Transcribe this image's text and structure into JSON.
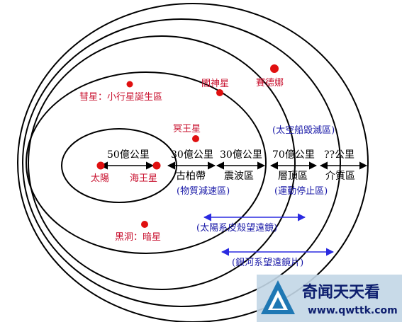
{
  "colors": {
    "ring": "#000000",
    "planet_dot": "#e01010",
    "planet_label": "#c8102e",
    "region_label": "#000000",
    "telescope_label": "#1a1aa8",
    "telescope_arrow": "#2a2ae0",
    "watermark_bg": "#c2d6e6",
    "watermark_logo": "#1f78b4",
    "watermark_text": "#0d1e6e"
  },
  "bodies": {
    "sun": "太陽",
    "neptune": "海王星",
    "comet": "彗星：小行星誕生區",
    "pluto": "冥王星",
    "hades": "閻神星",
    "sedna": "賽德娜",
    "black_hole": "黑洞：暗星"
  },
  "distances": {
    "inner": "50億公里",
    "kuiper": "30億公里",
    "shock": "30億公里",
    "heliopause": "70億公里",
    "interstellar": "??公里"
  },
  "regions": {
    "kuiper": "古柏帶",
    "shock": "震波區",
    "heliopause": "層頂區",
    "interstellar": "介質區"
  },
  "blue_labels": {
    "material_decel": "(物質減速區)",
    "spacecraft_destroy": "(太空船毀滅區)",
    "motion_stop": "(運動停止區)",
    "heliosheath_telescope": "(太陽系皮殼望遠鏡)",
    "galaxy_telescope": "(銀河系望遠鏡片)"
  },
  "watermark": {
    "brand": "奇闻天天看",
    "url": "www.qwttk.com"
  }
}
